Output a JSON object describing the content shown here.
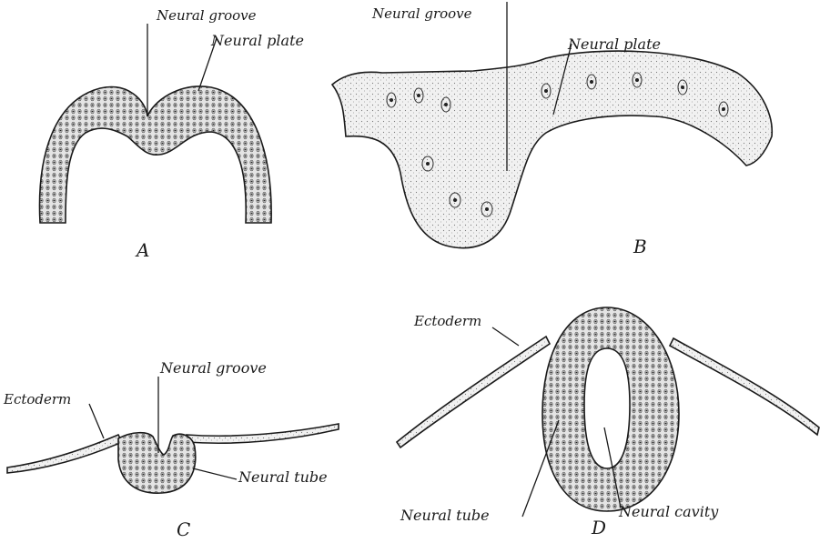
{
  "colors": {
    "ink": "#1a1a1a",
    "tissue_fill": "#ececec",
    "background": "#ffffff"
  },
  "panels": {
    "A": {
      "letter": "A",
      "labels": {
        "groove": "Neural groove",
        "plate": "Neural plate"
      }
    },
    "B": {
      "letter": "B",
      "labels": {
        "groove": "Neural groove",
        "plate": "Neural plate"
      }
    },
    "C": {
      "letter": "C",
      "labels": {
        "groove": "Neural groove",
        "ectoderm": "Ectoderm",
        "tube": "Neural tube"
      }
    },
    "D": {
      "letter": "D",
      "labels": {
        "ectoderm": "Ectoderm",
        "tube": "Neural tube",
        "cavity": "Neural cavity"
      }
    }
  }
}
